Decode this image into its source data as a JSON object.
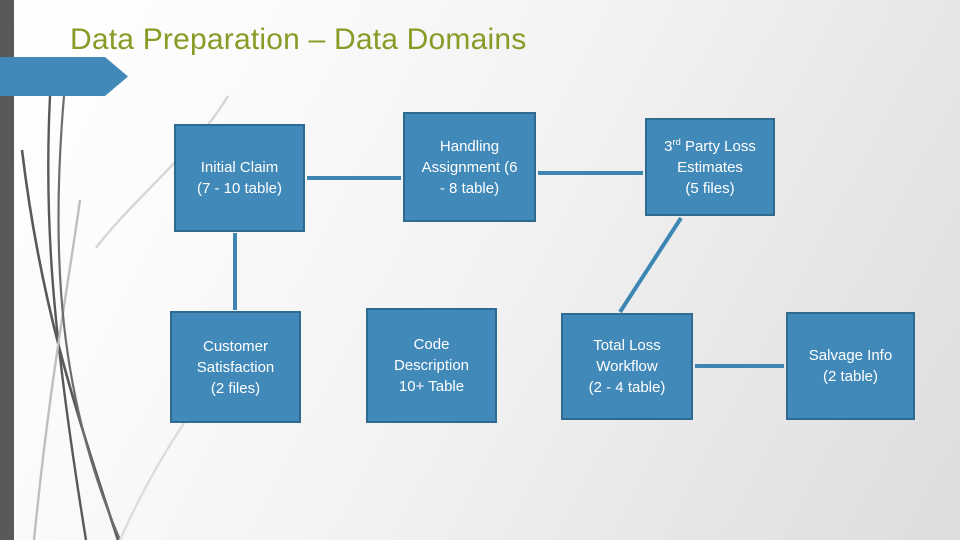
{
  "slide": {
    "title": "Data Preparation – Data Domains",
    "title_color": "#8a9a26",
    "background_colors": {
      "gradient_start": "#ffffff",
      "gradient_end": "#dddddd",
      "left_band": "#595959",
      "accent_arrow": "#4189b8",
      "swoosh_dark": "#595959",
      "swoosh_light": "#d0d0d0"
    }
  },
  "diagram": {
    "node_fill": "#4189b8",
    "node_border": "#2f6b90",
    "node_text": "#ffffff",
    "connector_color": "#3d86b4",
    "nodes": [
      {
        "id": "initial-claim",
        "line1": "Initial Claim",
        "line2": "(7 - 10 table)"
      },
      {
        "id": "handling",
        "line1": "Handling",
        "line2": "Assignment (6",
        "line3": "- 8 table)"
      },
      {
        "id": "third-party",
        "prefix": "3",
        "superscript": "rd",
        "line1": " Party Loss",
        "line2": "Estimates",
        "line3": "(5 files)"
      },
      {
        "id": "customer-sat",
        "line1": "Customer",
        "line2": "Satisfaction",
        "line3": "(2 files)"
      },
      {
        "id": "code-desc",
        "line1": "Code",
        "line2": "Description",
        "line3": "10+ Table"
      },
      {
        "id": "total-loss",
        "line1": "Total Loss",
        "line2": "Workflow",
        "line3": "(2 - 4 table)"
      },
      {
        "id": "salvage",
        "line1": "Salvage Info",
        "line2": "(2 table)"
      }
    ],
    "connectors": [
      {
        "from": "initial-claim",
        "to": "handling",
        "type": "horizontal"
      },
      {
        "from": "handling",
        "to": "third-party",
        "type": "horizontal"
      },
      {
        "from": "initial-claim",
        "to": "customer-sat",
        "type": "vertical"
      },
      {
        "from": "total-loss",
        "to": "third-party",
        "type": "diagonal"
      },
      {
        "from": "total-loss",
        "to": "salvage",
        "type": "horizontal"
      }
    ]
  }
}
